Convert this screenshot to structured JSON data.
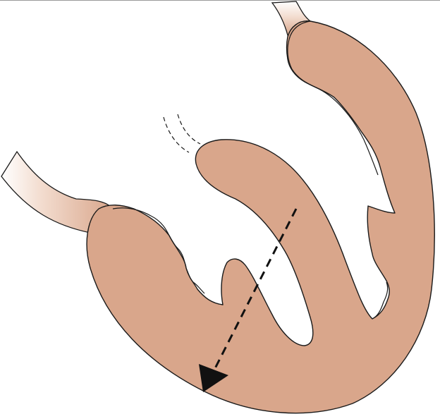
{
  "diagram": {
    "colors": {
      "background": "#ffffff",
      "tissue_fill": "#d9a68b",
      "outline": "#1a1a1a",
      "vessel_gradient_light": "#ffffff",
      "vessel_gradient_mid": "#f3ddd0",
      "vessel_gradient_dark": "#d9a68b",
      "arrow": "#111111"
    },
    "elements": {
      "vessel_left": "attached-tube-left",
      "vessel_right": "attached-tube-right",
      "fold_left": "left-lobe",
      "fold_middle": "central-finger-lobe",
      "fold_right": "right-lobe",
      "arrow": "dashed-direction-arrow",
      "dashed_lines": "dashed-curved-lines"
    }
  }
}
